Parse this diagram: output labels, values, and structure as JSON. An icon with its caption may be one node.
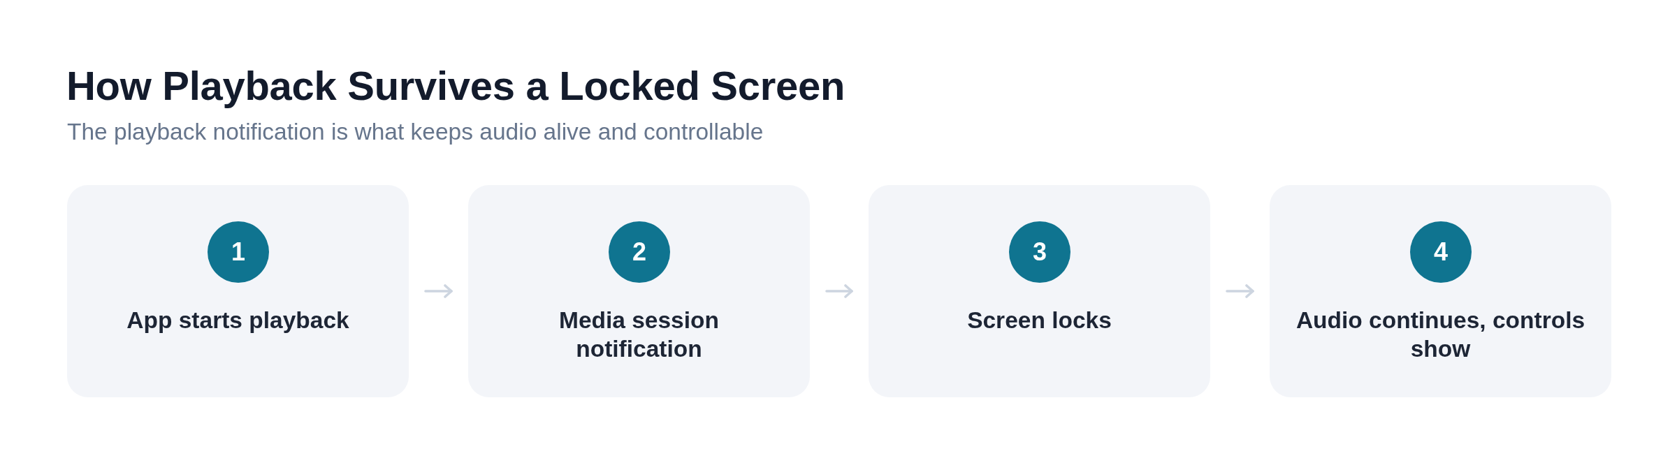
{
  "diagram": {
    "title": "How Playback Survives a Locked Screen",
    "nodes": [
      {
        "text": [
          "App starts playback"
        ]
      },
      {
        "text": [
          "1"
        ],
        "in": 0
      },
      {
        "text": [
          "Media session notification"
        ]
      },
      {
        "text": [
          "2"
        ],
        "in": 2
      },
      {
        "text": [
          "Screen locks"
        ]
      },
      {
        "text": [
          "3"
        ],
        "in": 4
      },
      {
        "text": [
          "Audio continues, controls show"
        ]
      },
      {
        "text": [
          "4"
        ],
        "in": 6
      }
    ],
    "edges": [
      {
        "from": 0,
        "to": 2,
        "arrow": "to"
      },
      {
        "from": 2,
        "to": 4,
        "arrow": "to"
      },
      {
        "from": 4,
        "to": 6,
        "arrow": "to"
      }
    ],
    "labels": [
      "The playback notification is what keeps audio alive and controllable"
    ]
  }
}
